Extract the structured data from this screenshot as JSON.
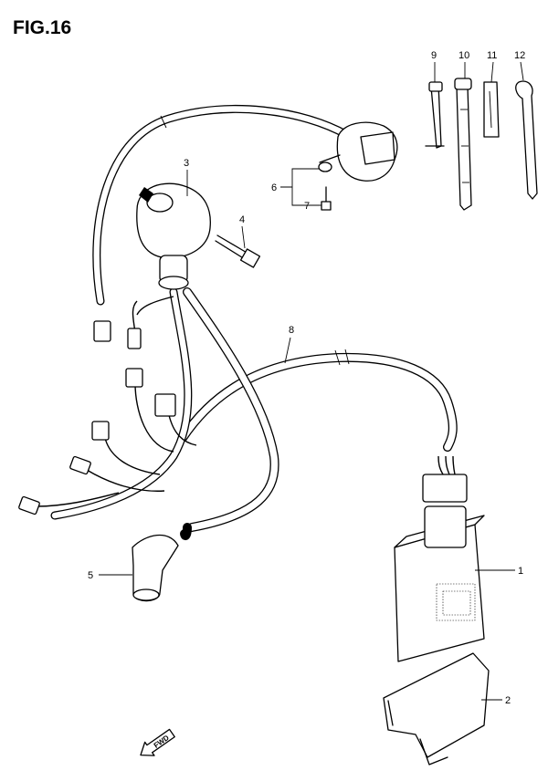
{
  "figure": {
    "title": "FIG.16"
  },
  "callouts": [
    {
      "id": "1",
      "label": "1"
    },
    {
      "id": "2",
      "label": "2"
    },
    {
      "id": "3",
      "label": "3"
    },
    {
      "id": "4",
      "label": "4"
    },
    {
      "id": "5",
      "label": "5"
    },
    {
      "id": "6",
      "label": "6"
    },
    {
      "id": "7",
      "label": "7"
    },
    {
      "id": "8",
      "label": "8"
    },
    {
      "id": "9",
      "label": "9"
    },
    {
      "id": "10",
      "label": "10"
    },
    {
      "id": "11",
      "label": "11"
    },
    {
      "id": "12",
      "label": "12"
    }
  ],
  "direction_marker": {
    "label": "FWD"
  }
}
